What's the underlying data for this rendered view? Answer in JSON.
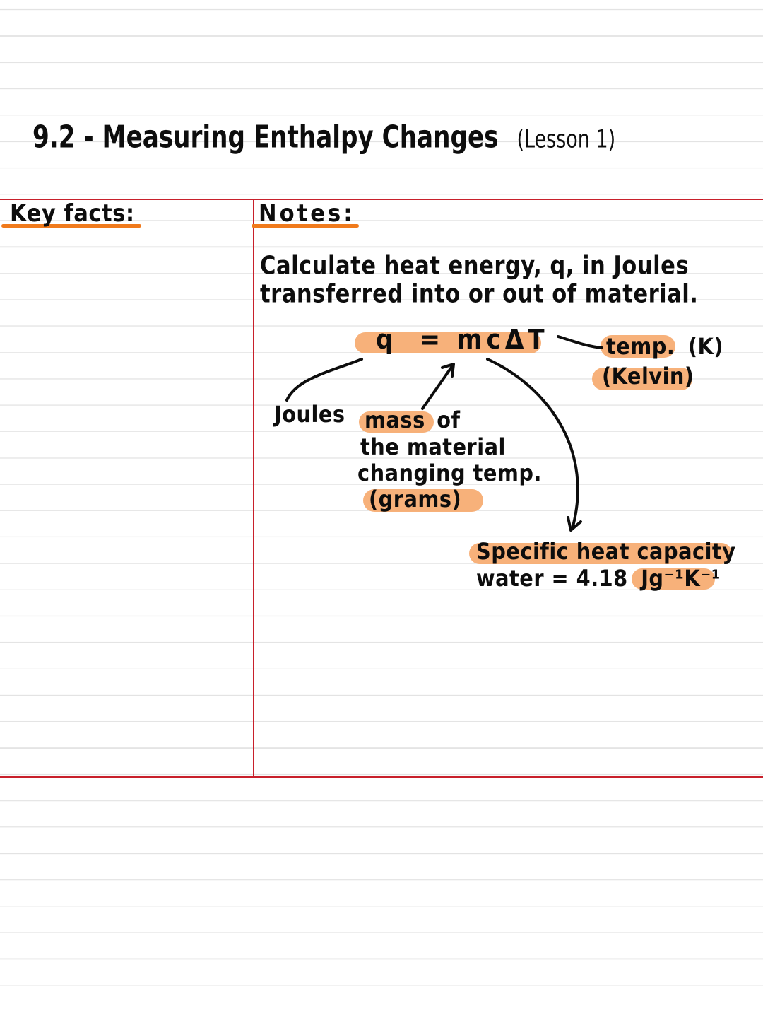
{
  "page": {
    "title": "9.2 - Measuring Enthalpy Changes",
    "title_sub": "(Lesson 1)",
    "colors": {
      "border": "#c8202b",
      "underline": "#f07a1c",
      "highlight": "#f6a96c",
      "rule_line": "#e3e3e3",
      "ink": "#0d0d0d"
    }
  },
  "sections": {
    "key_facts": {
      "heading": "Key facts:"
    },
    "notes": {
      "heading": "Notes:",
      "intro_line1": "Calculate heat energy, q, in Joules",
      "intro_line2": "transferred into or out of material.",
      "formula": {
        "q": "q",
        "rhs": "= mcΔT"
      },
      "annotations": {
        "joules": "Joules",
        "mass_hl": "mass",
        "mass_rest": "of",
        "mass_line2": "the material",
        "mass_line3": "changing temp.",
        "mass_units": "(grams)",
        "temp_hl": "temp.",
        "temp_unit": "(K)",
        "temp_kelvin": "(Kelvin)",
        "shc_label": "Specific heat capacity",
        "shc_water": "water = 4.18",
        "shc_units": "Jg⁻¹K⁻¹"
      }
    }
  }
}
